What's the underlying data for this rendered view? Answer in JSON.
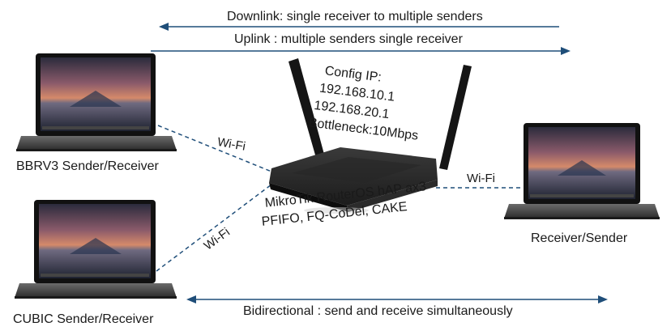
{
  "colors": {
    "arrow": "#1f4e79",
    "link": "#1f4e79",
    "text": "#1a1a1a"
  },
  "arrows": {
    "downlink": "Downlink: single receiver to multiple senders",
    "uplink": "Uplink : multiple senders single receiver",
    "bidirectional": "Bidirectional : send and receive simultaneously"
  },
  "router": {
    "config_title": "Config IP:",
    "ip_1": "192.168.10.1",
    "ip_2": "192.168.20.1",
    "bottleneck": "Bottleneck:10Mbps",
    "model": "MikroTik RouterOS hAP ax3",
    "queues": "PFIFO, FQ-CoDel, CAKE"
  },
  "links": {
    "wifi_top": "Wi-Fi",
    "wifi_bottom": "Wi-Fi",
    "wifi_right": "Wi-Fi"
  },
  "laptops": {
    "bbrv3": "BBRV3 Sender/Receiver",
    "cubic": "CUBIC Sender/Receiver",
    "receiver": "Receiver/Sender"
  },
  "icons": [
    "laptop-icon",
    "router-icon",
    "arrow-icon"
  ]
}
